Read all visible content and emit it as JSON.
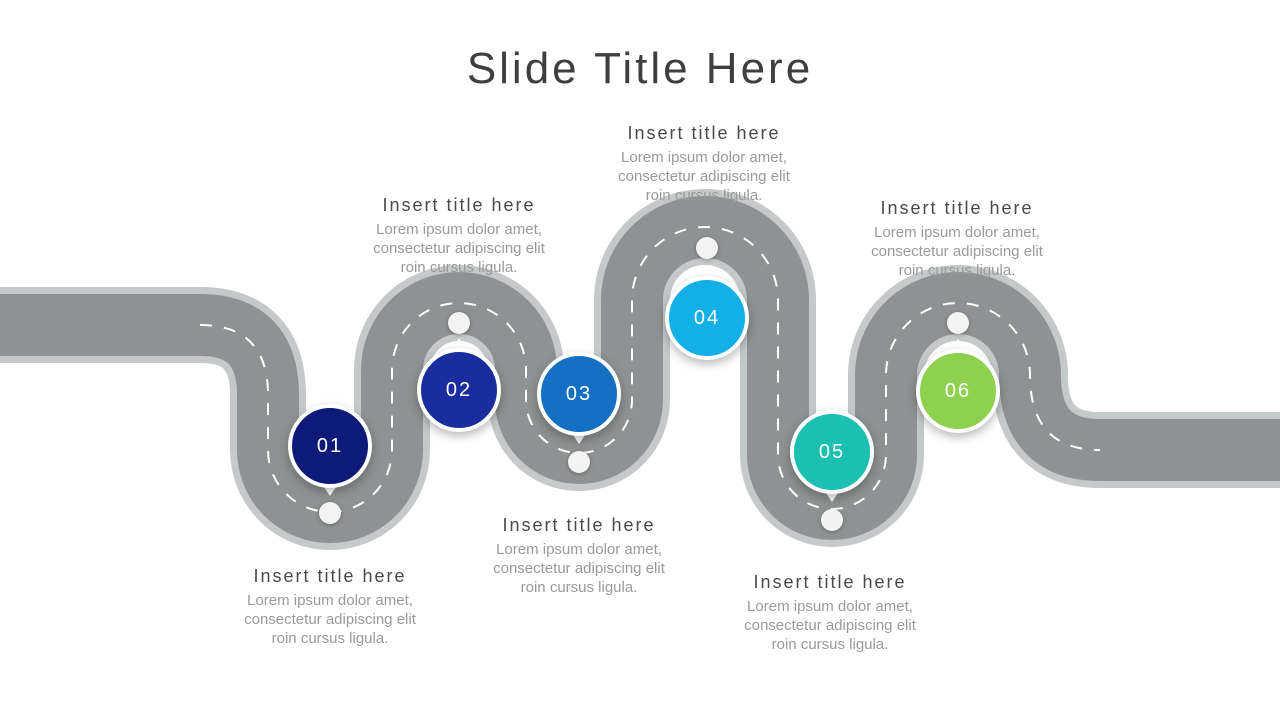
{
  "slide": {
    "title": "Slide Title Here"
  },
  "steps": [
    {
      "number": "01",
      "title": "Insert title here",
      "body": "Lorem ipsum dolor amet,\nconsectetur adipiscing elit\nroin cursus ligula.",
      "color": "#0d1a7a"
    },
    {
      "number": "02",
      "title": "Insert title here",
      "body": "Lorem ipsum dolor amet,\nconsectetur adipiscing elit\nroin cursus ligula.",
      "color": "#1a2d9e"
    },
    {
      "number": "03",
      "title": "Insert title here",
      "body": "Lorem ipsum dolor amet,\nconsectetur adipiscing elit\nroin cursus ligula.",
      "color": "#1570c4"
    },
    {
      "number": "04",
      "title": "Insert title here",
      "body": "Lorem ipsum dolor amet,\nconsectetur adipiscing elit\nroin cursus ligula.",
      "color": "#12b0e6"
    },
    {
      "number": "05",
      "title": "Insert title here",
      "body": "Lorem ipsum dolor amet,\nconsectetur adipiscing elit\nroin cursus ligula.",
      "color": "#1cc0b0"
    },
    {
      "number": "06",
      "title": "Insert title here",
      "body": "Lorem ipsum dolor amet,\nconsectetur adipiscing elit\nroin cursus ligula.",
      "color": "#8ed14e"
    }
  ],
  "colors": {
    "road": "#8f9292",
    "road_edge": "#c5c9ca",
    "lane": "#ffffff"
  }
}
